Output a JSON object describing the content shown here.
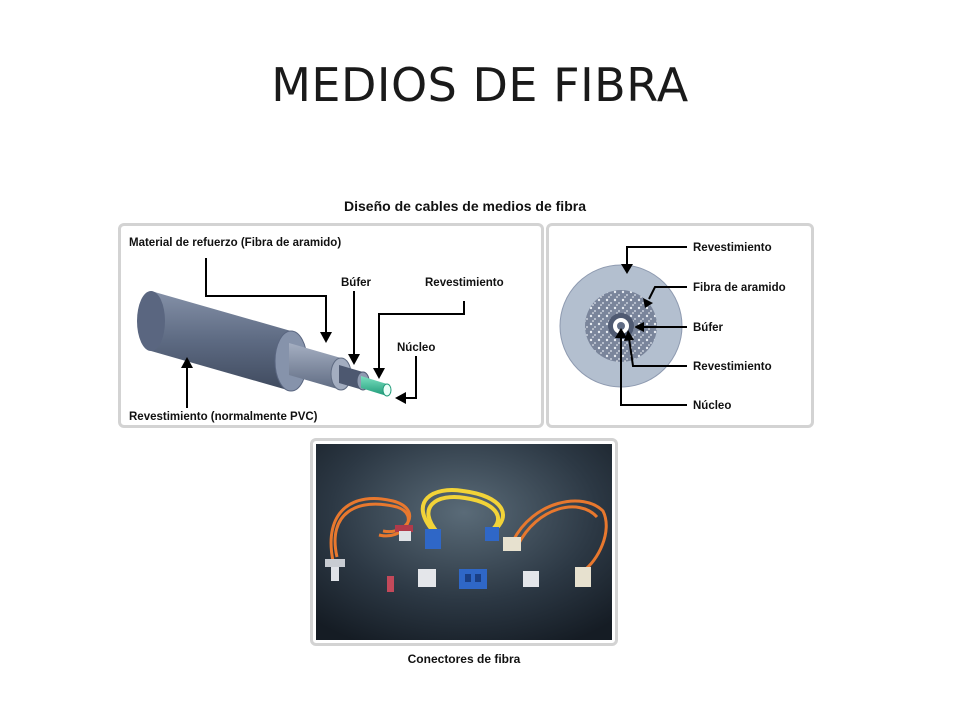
{
  "slide": {
    "title": "MEDIOS DE FIBRA"
  },
  "figure": {
    "title": "Diseño de cables de medios de fibra",
    "cable_side": {
      "strength_label": "Material de refuerzo (Fibra de aramido)",
      "buffer_label": "Búfer",
      "cladding_label": "Revestimiento",
      "core_label": "Núcleo",
      "jacket_label": "Revestimiento (normalmente PVC)"
    },
    "cross_section": {
      "jacket_label": "Revestimiento",
      "aramid_label": "Fibra de aramido",
      "buffer_label": "Búfer",
      "cladding_label": "Revestimiento",
      "core_label": "Núcleo"
    },
    "photo_caption": "Conectores de fibra"
  },
  "colors": {
    "jacket": "#6b7891",
    "buffer": "#8a95aa",
    "core_green": "#3fbf9a",
    "cross_outer": "#b5c0d0",
    "photo_bg": "#2a3440"
  }
}
